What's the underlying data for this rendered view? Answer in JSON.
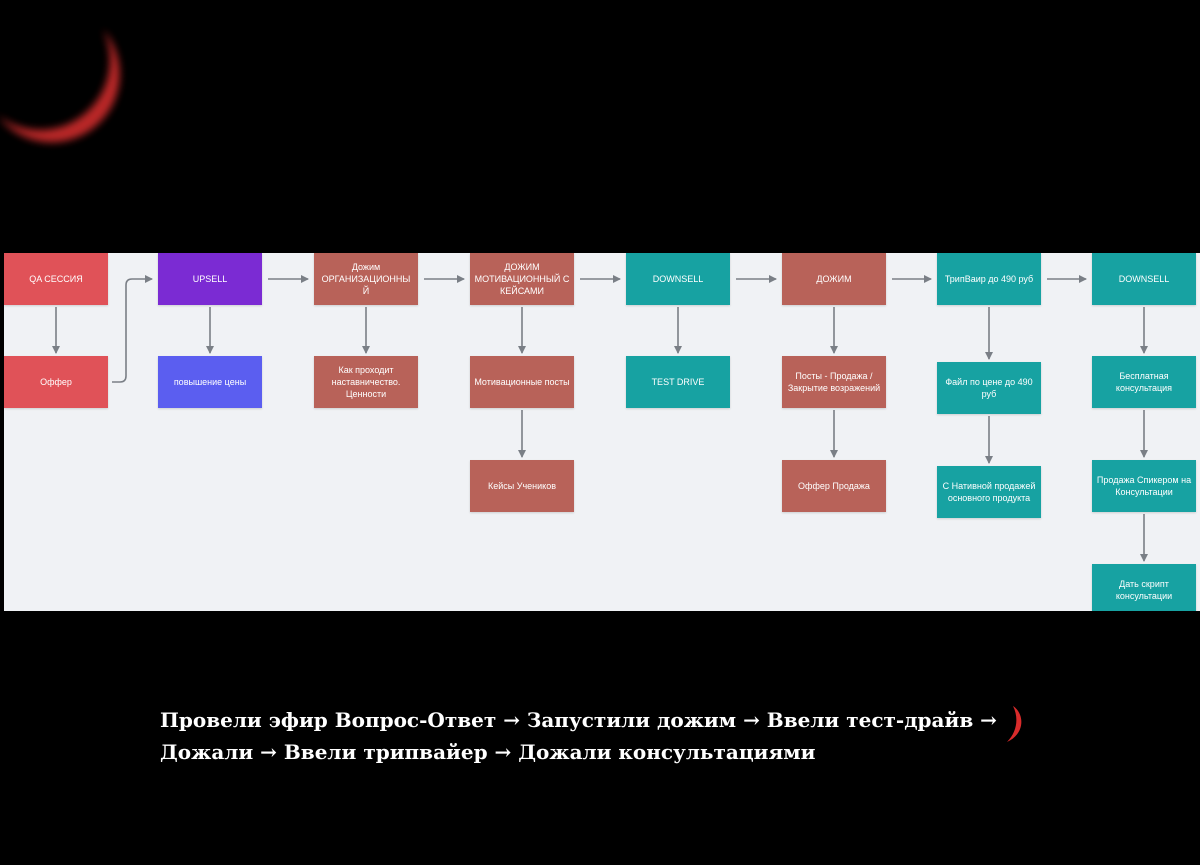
{
  "colors": {
    "background": "#000000",
    "board": "#f0f2f5",
    "red": "#e05258",
    "purple": "#7b2bd3",
    "violet": "#5b5ef0",
    "brown": "#b86259",
    "teal": "#17a2a2",
    "arrow": "#7a7f86",
    "accent": "#c42a2a"
  },
  "flowchart": {
    "nodes": [
      {
        "id": "qa-session",
        "label": "QA СЕССИЯ",
        "color": "red"
      },
      {
        "id": "offer",
        "label": "Оффер",
        "color": "red"
      },
      {
        "id": "upsell",
        "label": "UPSELL",
        "color": "purple"
      },
      {
        "id": "price-raise",
        "label": "повышение цены",
        "color": "violet"
      },
      {
        "id": "org-push",
        "label": "Дожим ОРГАНИЗАЦИОННЫ Й",
        "color": "brown"
      },
      {
        "id": "mentoring",
        "label": "Как проходит наставничество. Ценности",
        "color": "brown"
      },
      {
        "id": "motiv-push",
        "label": "ДОЖИМ МОТИВАЦИОННЫЙ С КЕЙСАМИ",
        "color": "brown"
      },
      {
        "id": "motiv-posts",
        "label": "Мотивационные посты",
        "color": "brown"
      },
      {
        "id": "student-cases",
        "label": "Кейсы Учеников",
        "color": "brown"
      },
      {
        "id": "downsell-1",
        "label": "DOWNSELL",
        "color": "teal"
      },
      {
        "id": "test-drive",
        "label": "TEST DRIVE",
        "color": "teal"
      },
      {
        "id": "push",
        "label": "ДОЖИМ",
        "color": "brown"
      },
      {
        "id": "sales-posts",
        "label": "Посты - Продажа / Закрытие возражений",
        "color": "brown"
      },
      {
        "id": "sales-offer",
        "label": "Оффер Продажа",
        "color": "brown"
      },
      {
        "id": "tripwire",
        "label": "ТрипВаир до 490 руб",
        "color": "teal"
      },
      {
        "id": "file-490",
        "label": "Файл по цене до 490 руб",
        "color": "teal"
      },
      {
        "id": "native-sale",
        "label": "С Нативной продажей основного продукта",
        "color": "teal"
      },
      {
        "id": "downsell-2",
        "label": "DOWNSELL",
        "color": "teal"
      },
      {
        "id": "free-consult",
        "label": "Бесплатная консультация",
        "color": "teal"
      },
      {
        "id": "speaker-sale",
        "label": "Продажа Спикером на Консультации",
        "color": "teal"
      },
      {
        "id": "script",
        "label": "Дать скрипт консультации",
        "color": "teal"
      }
    ],
    "edges": [
      [
        "qa-session",
        "offer"
      ],
      [
        "offer",
        "upsell"
      ],
      [
        "upsell",
        "price-raise"
      ],
      [
        "upsell",
        "org-push"
      ],
      [
        "org-push",
        "mentoring"
      ],
      [
        "org-push",
        "motiv-push"
      ],
      [
        "motiv-push",
        "motiv-posts"
      ],
      [
        "motiv-posts",
        "student-cases"
      ],
      [
        "motiv-push",
        "downsell-1"
      ],
      [
        "downsell-1",
        "test-drive"
      ],
      [
        "downsell-1",
        "push"
      ],
      [
        "push",
        "sales-posts"
      ],
      [
        "sales-posts",
        "sales-offer"
      ],
      [
        "push",
        "tripwire"
      ],
      [
        "tripwire",
        "file-490"
      ],
      [
        "file-490",
        "native-sale"
      ],
      [
        "tripwire",
        "downsell-2"
      ],
      [
        "downsell-2",
        "free-consult"
      ],
      [
        "free-consult",
        "speaker-sale"
      ],
      [
        "speaker-sale",
        "script"
      ]
    ]
  },
  "caption": {
    "line1": "Провели эфир Вопрос-Ответ → Запустили дожим → Ввели тест-драйв →",
    "line2": "Дожали → Ввели трипвайер → Дожали консультациями"
  }
}
